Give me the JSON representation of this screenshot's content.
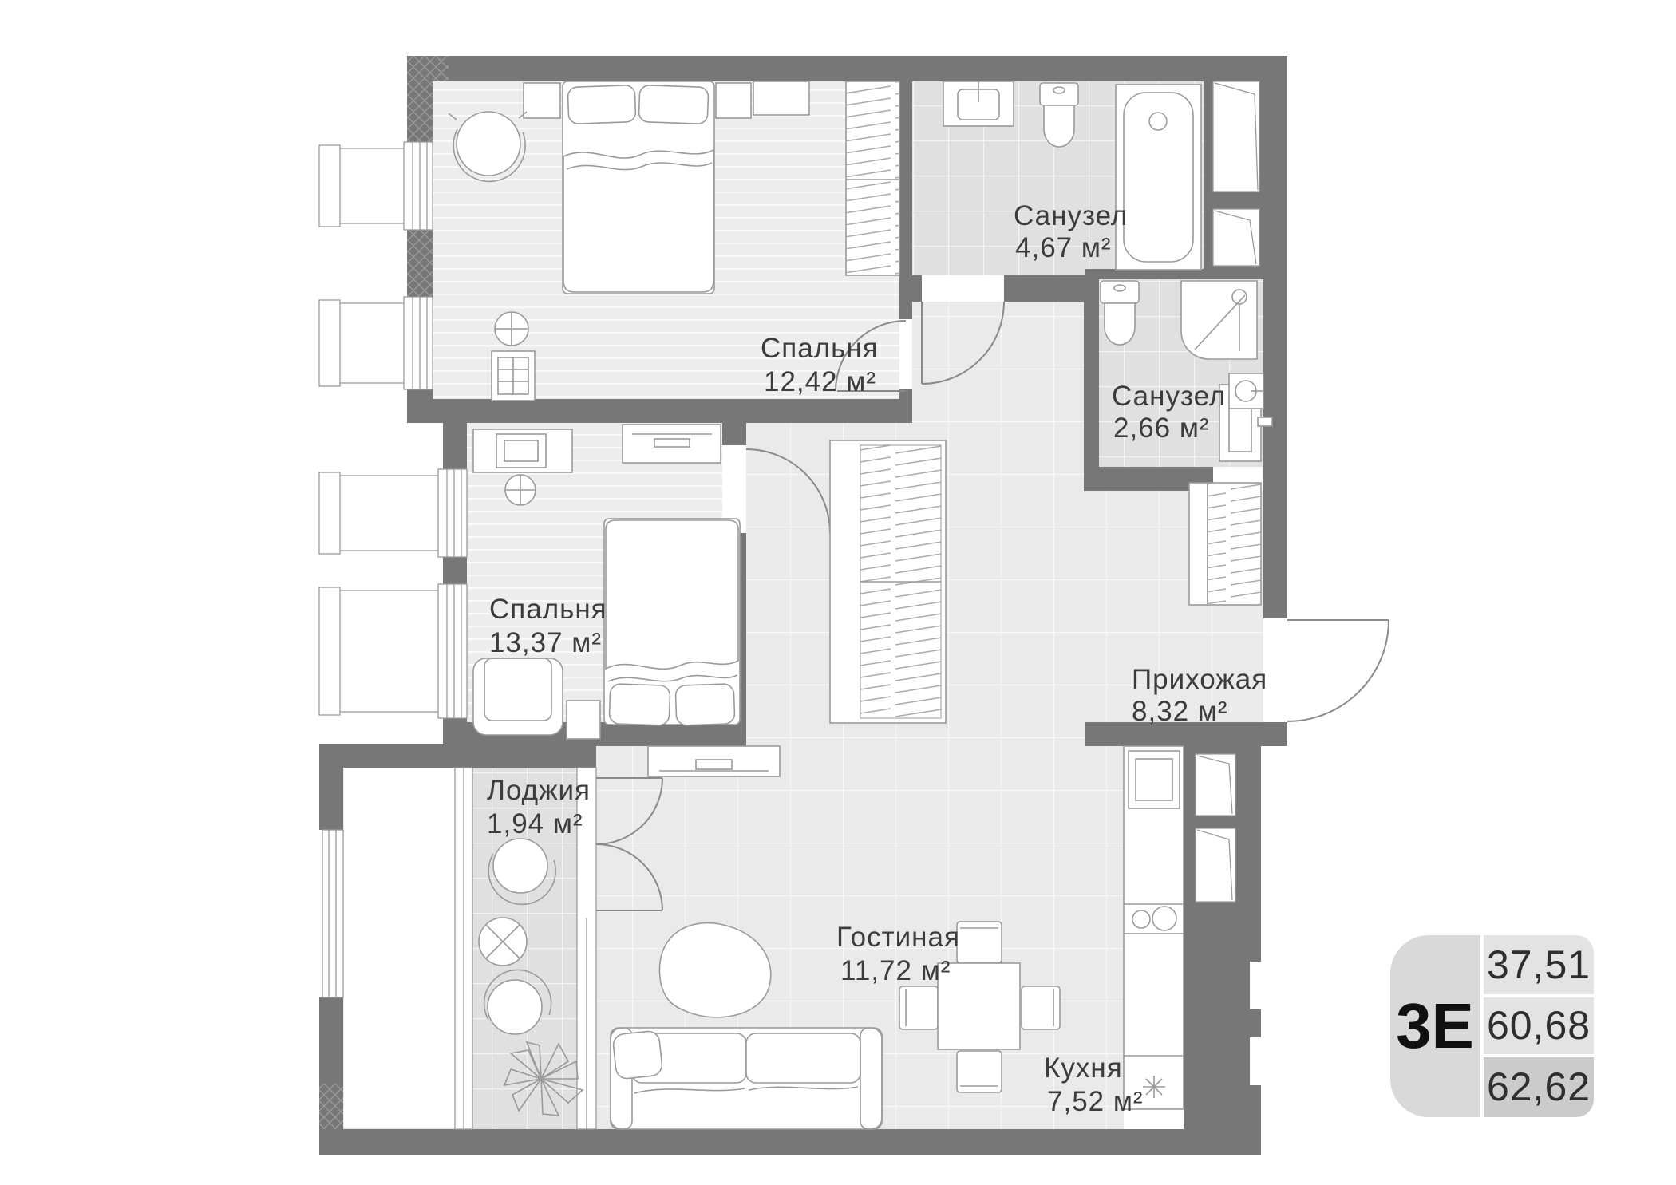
{
  "plan": {
    "title": "apartment-floor-plan",
    "rooms": [
      {
        "key": "bathroom-1",
        "name": "Санузел",
        "area": "4,67 м²"
      },
      {
        "key": "bedroom-1",
        "name": "Спальня",
        "area": "12,42 м²"
      },
      {
        "key": "bathroom-2",
        "name": "Санузел",
        "area": "2,66 м²"
      },
      {
        "key": "bedroom-2",
        "name": "Спальня",
        "area": "13,37 м²"
      },
      {
        "key": "hallway",
        "name": "Прихожая",
        "area": "8,32 м²"
      },
      {
        "key": "loggia",
        "name": "Лоджия",
        "area": "1,94 м²"
      },
      {
        "key": "living-room",
        "name": "Гостиная",
        "area": "11,72 м²"
      },
      {
        "key": "kitchen",
        "name": "Кухня",
        "area": "7,52 м²"
      }
    ],
    "legend": {
      "unit_label": "3Е",
      "values": [
        "37,51",
        "60,68",
        "62,62"
      ]
    },
    "colors": {
      "wall": "#777777",
      "floor_stripe": "#ededed",
      "floor_tile": "#e0e0e0",
      "floor_grid": "#eaeaea",
      "text": "#3c3c3c",
      "legend_cell": "#e3e3e3",
      "legend_cell_dark": "#cbcbcb",
      "legend_code_bg": "#d9d9d9"
    }
  }
}
